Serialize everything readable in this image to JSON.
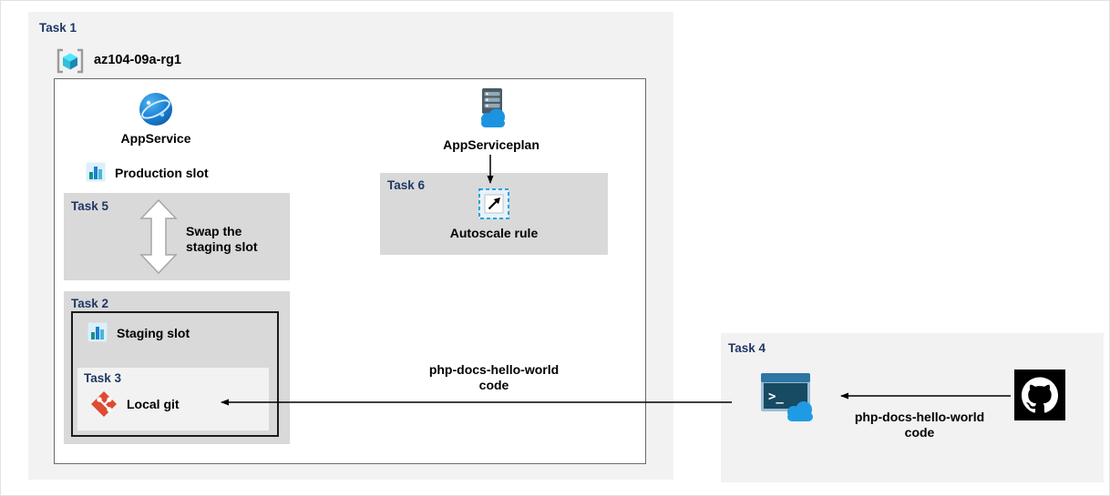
{
  "page": {
    "task1_label": "Task 1",
    "resource_group_name": "az104-09a-rg1",
    "app_service_label": "AppService",
    "app_service_plan_label": "AppServiceplan",
    "production_slot_label": "Production slot",
    "task5": {
      "label": "Task 5",
      "line1": "Swap the",
      "line2": "staging slot"
    },
    "task2": {
      "label": "Task 2",
      "staging_slot_label": "Staging slot"
    },
    "task3": {
      "label": "Task 3",
      "local_git_label": "Local git"
    },
    "task6": {
      "label": "Task 6",
      "autoscale_label": "Autoscale rule"
    },
    "code_label_left": {
      "line1": "php-docs-hello-world",
      "line2": "code"
    },
    "task4": {
      "label": "Task 4",
      "code_line1": "php-docs-hello-world",
      "code_line2": "code"
    },
    "icons": {
      "resource_group": "azure-resource-group-cube-icon",
      "app_service": "app-service-globe-icon",
      "app_service_plan": "app-service-plan-server-cloud-icon",
      "slot": "deployment-slot-bars-icon",
      "swap": "swap-double-arrow-icon",
      "local_git": "git-red-diamond-icon",
      "autoscale": "autoscale-rule-dashed-square-icon",
      "cloud_shell": "cloud-shell-terminal-icon",
      "cloud_shell_prompt": ">_",
      "github": "github-octocat-icon"
    },
    "colors": {
      "task_label_blue": "#1f3864",
      "box_gray": "#d9d9d9",
      "panel_gray": "#f2f2f2",
      "git_red": "#dd4b32",
      "azure_blue": "#1b93e0",
      "arrow_black": "#000000"
    }
  }
}
